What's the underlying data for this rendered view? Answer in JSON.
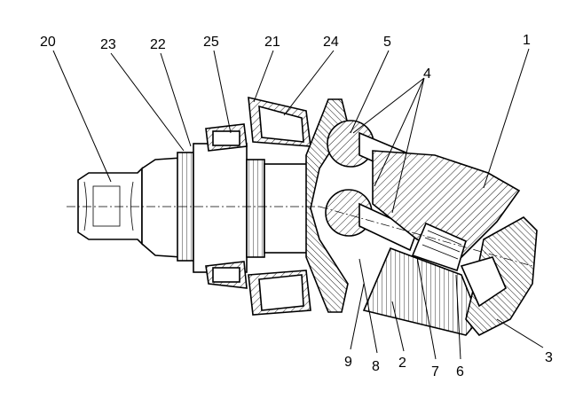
{
  "title": "Axial piston hydraulic unit - sectional assembly drawing",
  "callouts": {
    "top": [
      "20",
      "23",
      "22",
      "25",
      "21",
      "24",
      "5",
      "4",
      "1"
    ],
    "bottom": [
      "9",
      "8",
      "2",
      "7",
      "6",
      "3"
    ]
  }
}
